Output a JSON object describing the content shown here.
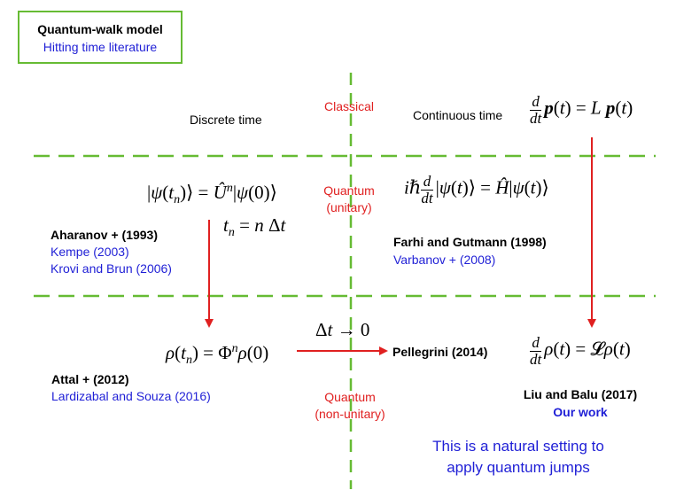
{
  "legend": {
    "title": "Quantum-walk model",
    "subtitle": "Hitting time literature"
  },
  "regimes": {
    "discrete": "Discrete time",
    "continuous": "Continuous time",
    "classical": "Classical",
    "quantum_unitary_1": "Quantum",
    "quantum_unitary_2": "(unitary)",
    "quantum_nonunitary_1": "Quantum",
    "quantum_nonunitary_2": "(non-unitary)"
  },
  "refs": {
    "aharanov": "Aharanov + (1993)",
    "kempe": "Kempe (2003)",
    "krovi": "Krovi and Brun (2006)",
    "farhi": "Farhi and Gutmann (1998)",
    "varbanov": "Varbanov + (2008)",
    "attal": "Attal + (2012)",
    "lardizabal": "Lardizabal and Souza (2016)",
    "pellegrini": "Pellegrini (2014)",
    "liu": "Liu and Balu (2017)",
    "ourwork": "Our work"
  },
  "footer": {
    "line1": "This is a natural setting to",
    "line2": "apply quantum jumps"
  },
  "colors": {
    "dashed_line": "#66bb33",
    "arrow": "#e02020",
    "blue_text": "#1f1fd6",
    "red_text": "#e02020"
  }
}
